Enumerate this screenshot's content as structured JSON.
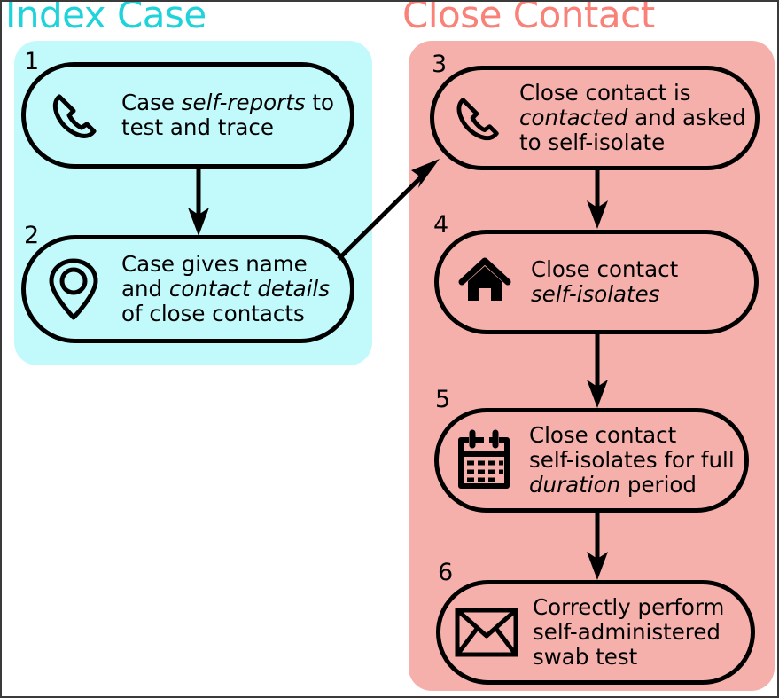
{
  "diagram": {
    "title_index": "Index Case",
    "title_contact": "Close Contact",
    "colors": {
      "index_panel": "#c2fafc",
      "contact_panel": "#f5b0ab",
      "index_title": "#1ed3da",
      "contact_title": "#f98178",
      "stroke": "#000000"
    }
  },
  "columns": [
    {
      "name": "index-case",
      "title": "Index Case",
      "steps": [
        {
          "number": "1",
          "icon": "phone-icon",
          "text_parts": [
            {
              "text": "Case ",
              "italic": false
            },
            {
              "text": "self-reports",
              "italic": true
            },
            {
              "text": " to\ntest and trace",
              "italic": false
            }
          ],
          "plain_text": "Case self-reports to test and trace"
        },
        {
          "number": "2",
          "icon": "map-pin-icon",
          "text_parts": [
            {
              "text": "Case gives name\nand ",
              "italic": false
            },
            {
              "text": "contact details",
              "italic": true
            },
            {
              "text": "\nof close contacts",
              "italic": false
            }
          ],
          "plain_text": "Case gives name and contact details of close contacts"
        }
      ]
    },
    {
      "name": "close-contact",
      "title": "Close Contact",
      "steps": [
        {
          "number": "3",
          "icon": "phone-icon",
          "text_parts": [
            {
              "text": "Close contact is\n",
              "italic": false
            },
            {
              "text": "contacted",
              "italic": true
            },
            {
              "text": " and asked\nto self-isolate",
              "italic": false
            }
          ],
          "plain_text": "Close contact is contacted and asked to self-isolate"
        },
        {
          "number": "4",
          "icon": "home-icon",
          "text_parts": [
            {
              "text": "Close contact\n",
              "italic": false
            },
            {
              "text": "self-isolates",
              "italic": true
            }
          ],
          "plain_text": "Close contact self-isolates"
        },
        {
          "number": "5",
          "icon": "calendar-icon",
          "text_parts": [
            {
              "text": "Close contact\nself-isolates for full\n",
              "italic": false
            },
            {
              "text": "duration",
              "italic": true
            },
            {
              "text": " period",
              "italic": false
            }
          ],
          "plain_text": "Close contact self-isolates for full duration period"
        },
        {
          "number": "6",
          "icon": "envelope-icon",
          "text_parts": [
            {
              "text": "Correctly perform\nself-administered\nswab test",
              "italic": false
            }
          ],
          "plain_text": "Correctly perform self-administered swab test"
        }
      ]
    }
  ],
  "connectors": [
    {
      "name": "arrow-step1-to-step2",
      "from": "1",
      "to": "2",
      "kind": "vertical"
    },
    {
      "name": "arrow-step2-to-step3",
      "from": "2",
      "to": "3",
      "kind": "diagonal"
    },
    {
      "name": "arrow-step3-to-step4",
      "from": "3",
      "to": "4",
      "kind": "vertical"
    },
    {
      "name": "arrow-step4-to-step5",
      "from": "4",
      "to": "5",
      "kind": "vertical"
    },
    {
      "name": "arrow-step5-to-step6",
      "from": "5",
      "to": "6",
      "kind": "vertical"
    }
  ]
}
